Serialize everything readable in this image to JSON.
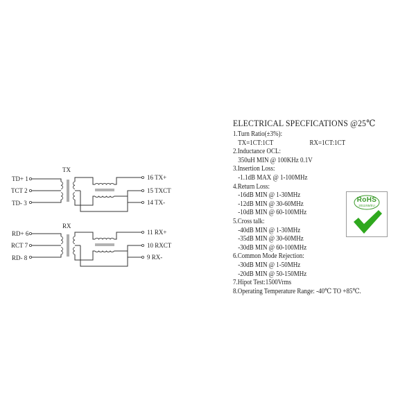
{
  "colors": {
    "ink": "#222222",
    "rohs_green": "#3a9a2a",
    "check_green": "#2fa81e"
  },
  "schematic": {
    "tx_label": "TX",
    "rx_label": "RX",
    "pins": {
      "p1": "TD+  1",
      "p2": "TCT  2",
      "p3": "TD-  3",
      "p6": "RD+  6",
      "p7": "RCT  7",
      "p8": "RD-  8",
      "p16": "16  TX+",
      "p15": "15  TXCT",
      "p14": "14  TX-",
      "p11": "11  RX+",
      "p10": "10  RXCT",
      "p9": "9    RX-"
    }
  },
  "specs": {
    "title": "ELECTRICAL SPECFICATIONS @25℃",
    "items": [
      {
        "head": "1.Turn Ratio(±3%):",
        "lines": [
          "TX=1CT:1CT",
          "RX=1CT:1CT"
        ]
      },
      {
        "head": "2.Inductance OCL:",
        "lines": [
          "350uH MIN @ 100KHz 0.1V"
        ]
      },
      {
        "head": "3.Insertion Loss:",
        "lines": [
          "-1.1dB MAX @ 1-100MHz"
        ]
      },
      {
        "head": "4.Return Loss:",
        "lines": [
          "-16dB MIN @ 1-30MHz",
          "-12dB MIN @ 30-60MHz",
          "-10dB MIN @ 60-100MHz"
        ]
      },
      {
        "head": "5.Cross talk:",
        "lines": [
          "-40dB MIN @ 1-30MHz",
          "-35dB MIN @ 30-60MHz",
          "-30dB MIN @ 60-100MHz"
        ]
      },
      {
        "head": "6.Common Mode Rejection:",
        "lines": [
          "-30dB MIN @ 1-50MHz",
          "-20dB MIN @ 50-150MHz"
        ]
      },
      {
        "head": "7.Hipot Test:1500Vrms",
        "lines": []
      },
      {
        "head": "8.Operating Temperature Range: -40℃ TO +85℃.",
        "lines": []
      }
    ]
  },
  "rohs": {
    "label": "RoHS",
    "date": "2011/65/EU",
    "icon": "check-mark-icon"
  }
}
